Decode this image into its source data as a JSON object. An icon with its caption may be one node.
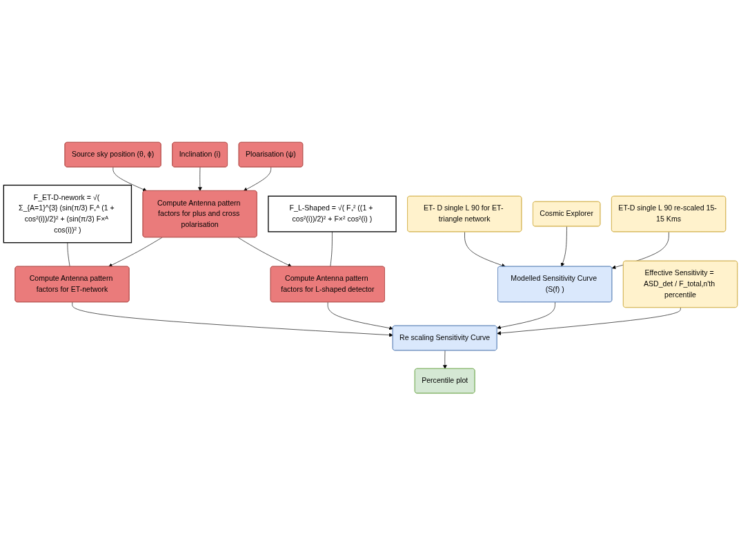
{
  "diagram": {
    "nodes": [
      {
        "text": [
          "Source sky position (θ, ϕ)"
        ]
      },
      {
        "text": [
          "Inclination (i)"
        ]
      },
      {
        "text": [
          "Ploarisation (ψ)"
        ]
      },
      {
        "text": [
          "Compute Antenna pattern factors for plus and cross polarisation"
        ]
      },
      {
        "text": [
          "F_ET-D-nework = √( Σ_{A=1}^{3} (sin(π/3) F₊ᴬ (1 + cos²(i))/2)² + (sin(π/3) F×ᴬ cos(i))² )"
        ]
      },
      {
        "text": [
          "Compute Antenna pattern factors for ET-network"
        ]
      },
      {
        "text": [
          "Compute Antenna pattern factors for L-shaped detector"
        ]
      },
      {
        "text": [
          "F_L-Shaped = √( F₊² ((1 + cos²(i))/2)² + F×² cos²(i) )"
        ]
      },
      {
        "text": [
          "ET- D single L 90 for ET- triangle network"
        ]
      },
      {
        "text": [
          "Cosmic Explorer"
        ]
      },
      {
        "text": [
          "ET-D single L 90 re-scaled 15- 15 Kms"
        ]
      },
      {
        "text": [
          "Modelled Sensitivity Curve (S(f) )"
        ]
      },
      {
        "text": [
          "Re scaling Sensitivity Curve"
        ]
      },
      {
        "text": [
          "Percentile plot"
        ]
      },
      {
        "text": [
          "Effective Sensitivity = ASD_det / F_total,n'th percentile"
        ]
      }
    ],
    "edges": [
      {
        "from": 0,
        "to": 3,
        "arrow": "to"
      },
      {
        "from": 1,
        "to": 3,
        "arrow": "to"
      },
      {
        "from": 2,
        "to": 3,
        "arrow": "to"
      },
      {
        "from": 3,
        "to": 5,
        "arrow": "to"
      },
      {
        "from": 3,
        "to": 6,
        "arrow": "to"
      },
      {
        "from": 4,
        "to": 5,
        "arrow": "none"
      },
      {
        "from": 7,
        "to": 6,
        "arrow": "none"
      },
      {
        "from": 8,
        "to": 11,
        "arrow": "to"
      },
      {
        "from": 9,
        "to": 11,
        "arrow": "to"
      },
      {
        "from": 10,
        "to": 11,
        "arrow": "to"
      },
      {
        "from": 5,
        "to": 12,
        "arrow": "to"
      },
      {
        "from": 6,
        "to": 12,
        "arrow": "to"
      },
      {
        "from": 11,
        "to": 12,
        "arrow": "to"
      },
      {
        "from": 12,
        "to": 13,
        "arrow": "to"
      },
      {
        "from": 14,
        "to": 12,
        "arrow": "to"
      }
    ]
  }
}
